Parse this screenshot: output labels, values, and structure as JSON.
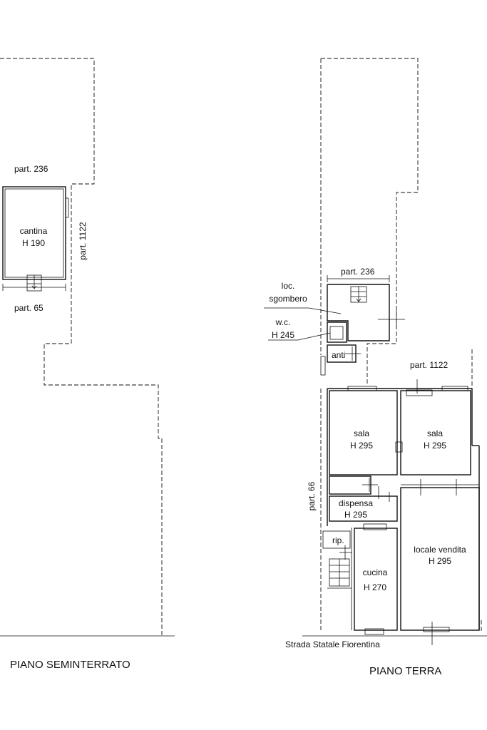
{
  "floors": {
    "seminterrato": {
      "title": "PIANO SEMINTERRATO",
      "part_236": "part. 236",
      "part_65": "part. 65",
      "part_1122": "part. 1122",
      "cantina_name": "cantina",
      "cantina_height": "H 190"
    },
    "terra": {
      "title": "PIANO TERRA",
      "part_236": "part. 236",
      "part_1122": "part. 1122",
      "part_66": "part. 66",
      "street": "Strada Statale Fiorentina",
      "rooms": {
        "sgombero_line1": "loc.",
        "sgombero_line2": "sgombero",
        "wc_line1": "w.c.",
        "wc_line2": "H 245",
        "anti": "anti",
        "sala_left_name": "sala",
        "sala_left_height": "H 295",
        "sala_right_name": "sala",
        "sala_right_height": "H 295",
        "dispensa_name": "dispensa",
        "dispensa_height": "H 295",
        "rip": "rip.",
        "cucina_name": "cucina",
        "cucina_height": "H 270",
        "vendita_name": "locale vendita",
        "vendita_height": "H 295"
      }
    }
  }
}
